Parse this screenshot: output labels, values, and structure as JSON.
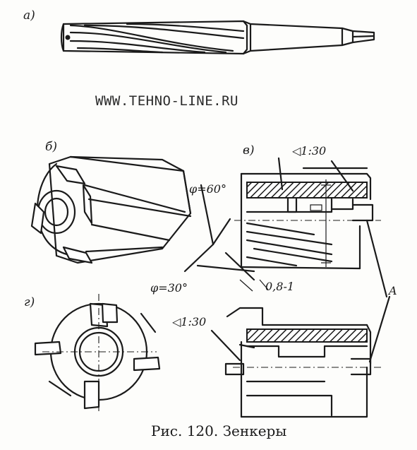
{
  "watermark": "WWW.TEHNO-LINE.RU",
  "caption": "Рис. 120. Зенкеры",
  "panels": {
    "a": "а)",
    "b": "б)",
    "v": "в)",
    "g": "г)"
  },
  "dimensions": {
    "taper_top": "◁1:30",
    "taper_bottom": "◁1:30",
    "phi_60": "φ=60°",
    "phi_30": "φ=30°",
    "chamfer": "0,8-1",
    "ref_a": "A"
  }
}
